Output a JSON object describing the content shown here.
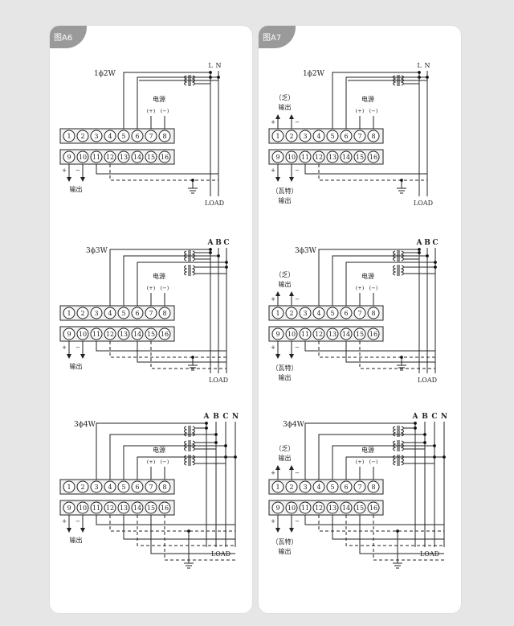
{
  "figures": [
    {
      "id": "A6",
      "label": "图A6",
      "variant": "single_output"
    },
    {
      "id": "A7",
      "label": "图A7",
      "variant": "dual_output"
    }
  ],
  "diagrams": [
    {
      "key": "1p2w",
      "system": "1ϕ2W",
      "phases": [
        "L",
        "N"
      ]
    },
    {
      "key": "3p3w",
      "system": "3ϕ3W",
      "phases": [
        "A",
        "B",
        "C"
      ]
    },
    {
      "key": "3p4w",
      "system": "3ϕ4W",
      "phases": [
        "A",
        "B",
        "C",
        "N"
      ]
    }
  ],
  "terminals_top": [
    "1",
    "2",
    "3",
    "4",
    "5",
    "6",
    "7",
    "8"
  ],
  "terminals_bottom": [
    "9",
    "10",
    "11",
    "12",
    "13",
    "14",
    "15",
    "16"
  ],
  "labels": {
    "power": "电源",
    "plus": "(+)",
    "minus": "(−)",
    "output": "输出",
    "load": "LOAD",
    "var_output": "（乏）",
    "watt_output": "（瓦特）",
    "sign_plus": "+",
    "sign_minus": "−"
  },
  "colors": {
    "panel_bg": "#ffffff",
    "page_bg": "#e6e6e6",
    "tag": "#9a9a9a",
    "line": "#222222",
    "terminal_fill": "#f0f0f0"
  }
}
